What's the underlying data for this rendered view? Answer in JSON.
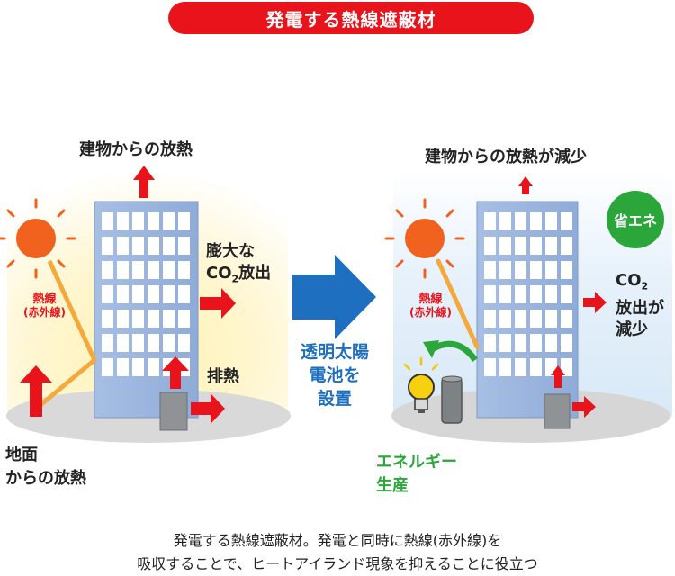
{
  "title": "発電する熱線遮蔽材",
  "left_panel": {
    "top_label": "建物からの放熱",
    "co2_line1": "膨大な",
    "co2_line2_prefix": "CO",
    "co2_line2_sub": "2",
    "co2_line2_suffix": "放出",
    "exhaust_label": "排熱",
    "heat_ray_line1": "熱線",
    "heat_ray_line2": "(赤外線)",
    "ground_line1": "地面",
    "ground_line2": "からの放熱"
  },
  "middle": {
    "line1": "透明太陽",
    "line2": "電池を",
    "line3": "設置"
  },
  "right_panel": {
    "top_label": "建物からの放熱が減少",
    "badge": "省エネ",
    "co2_prefix": "CO",
    "co2_sub": "2",
    "co2_line2": "放出が",
    "co2_line3": "減少",
    "heat_ray_line1": "熱線",
    "heat_ray_line2": "(赤外線)",
    "energy_line1": "エネルギー",
    "energy_line2": "生産"
  },
  "caption": {
    "line1": "発電する熱線遮蔽材。発電と同時に熱線(赤外線)を",
    "line2": "吸収することで、ヒートアイランド現象を抑えることに役立つ"
  },
  "colors": {
    "accent_red": "#e8131b",
    "sun_orange": "#f0621e",
    "ray_orange": "#f3a93b",
    "building_blue": "#9fb9e0",
    "arrow_blue": "#1e6fbf",
    "energy_green": "#2aa63a"
  }
}
